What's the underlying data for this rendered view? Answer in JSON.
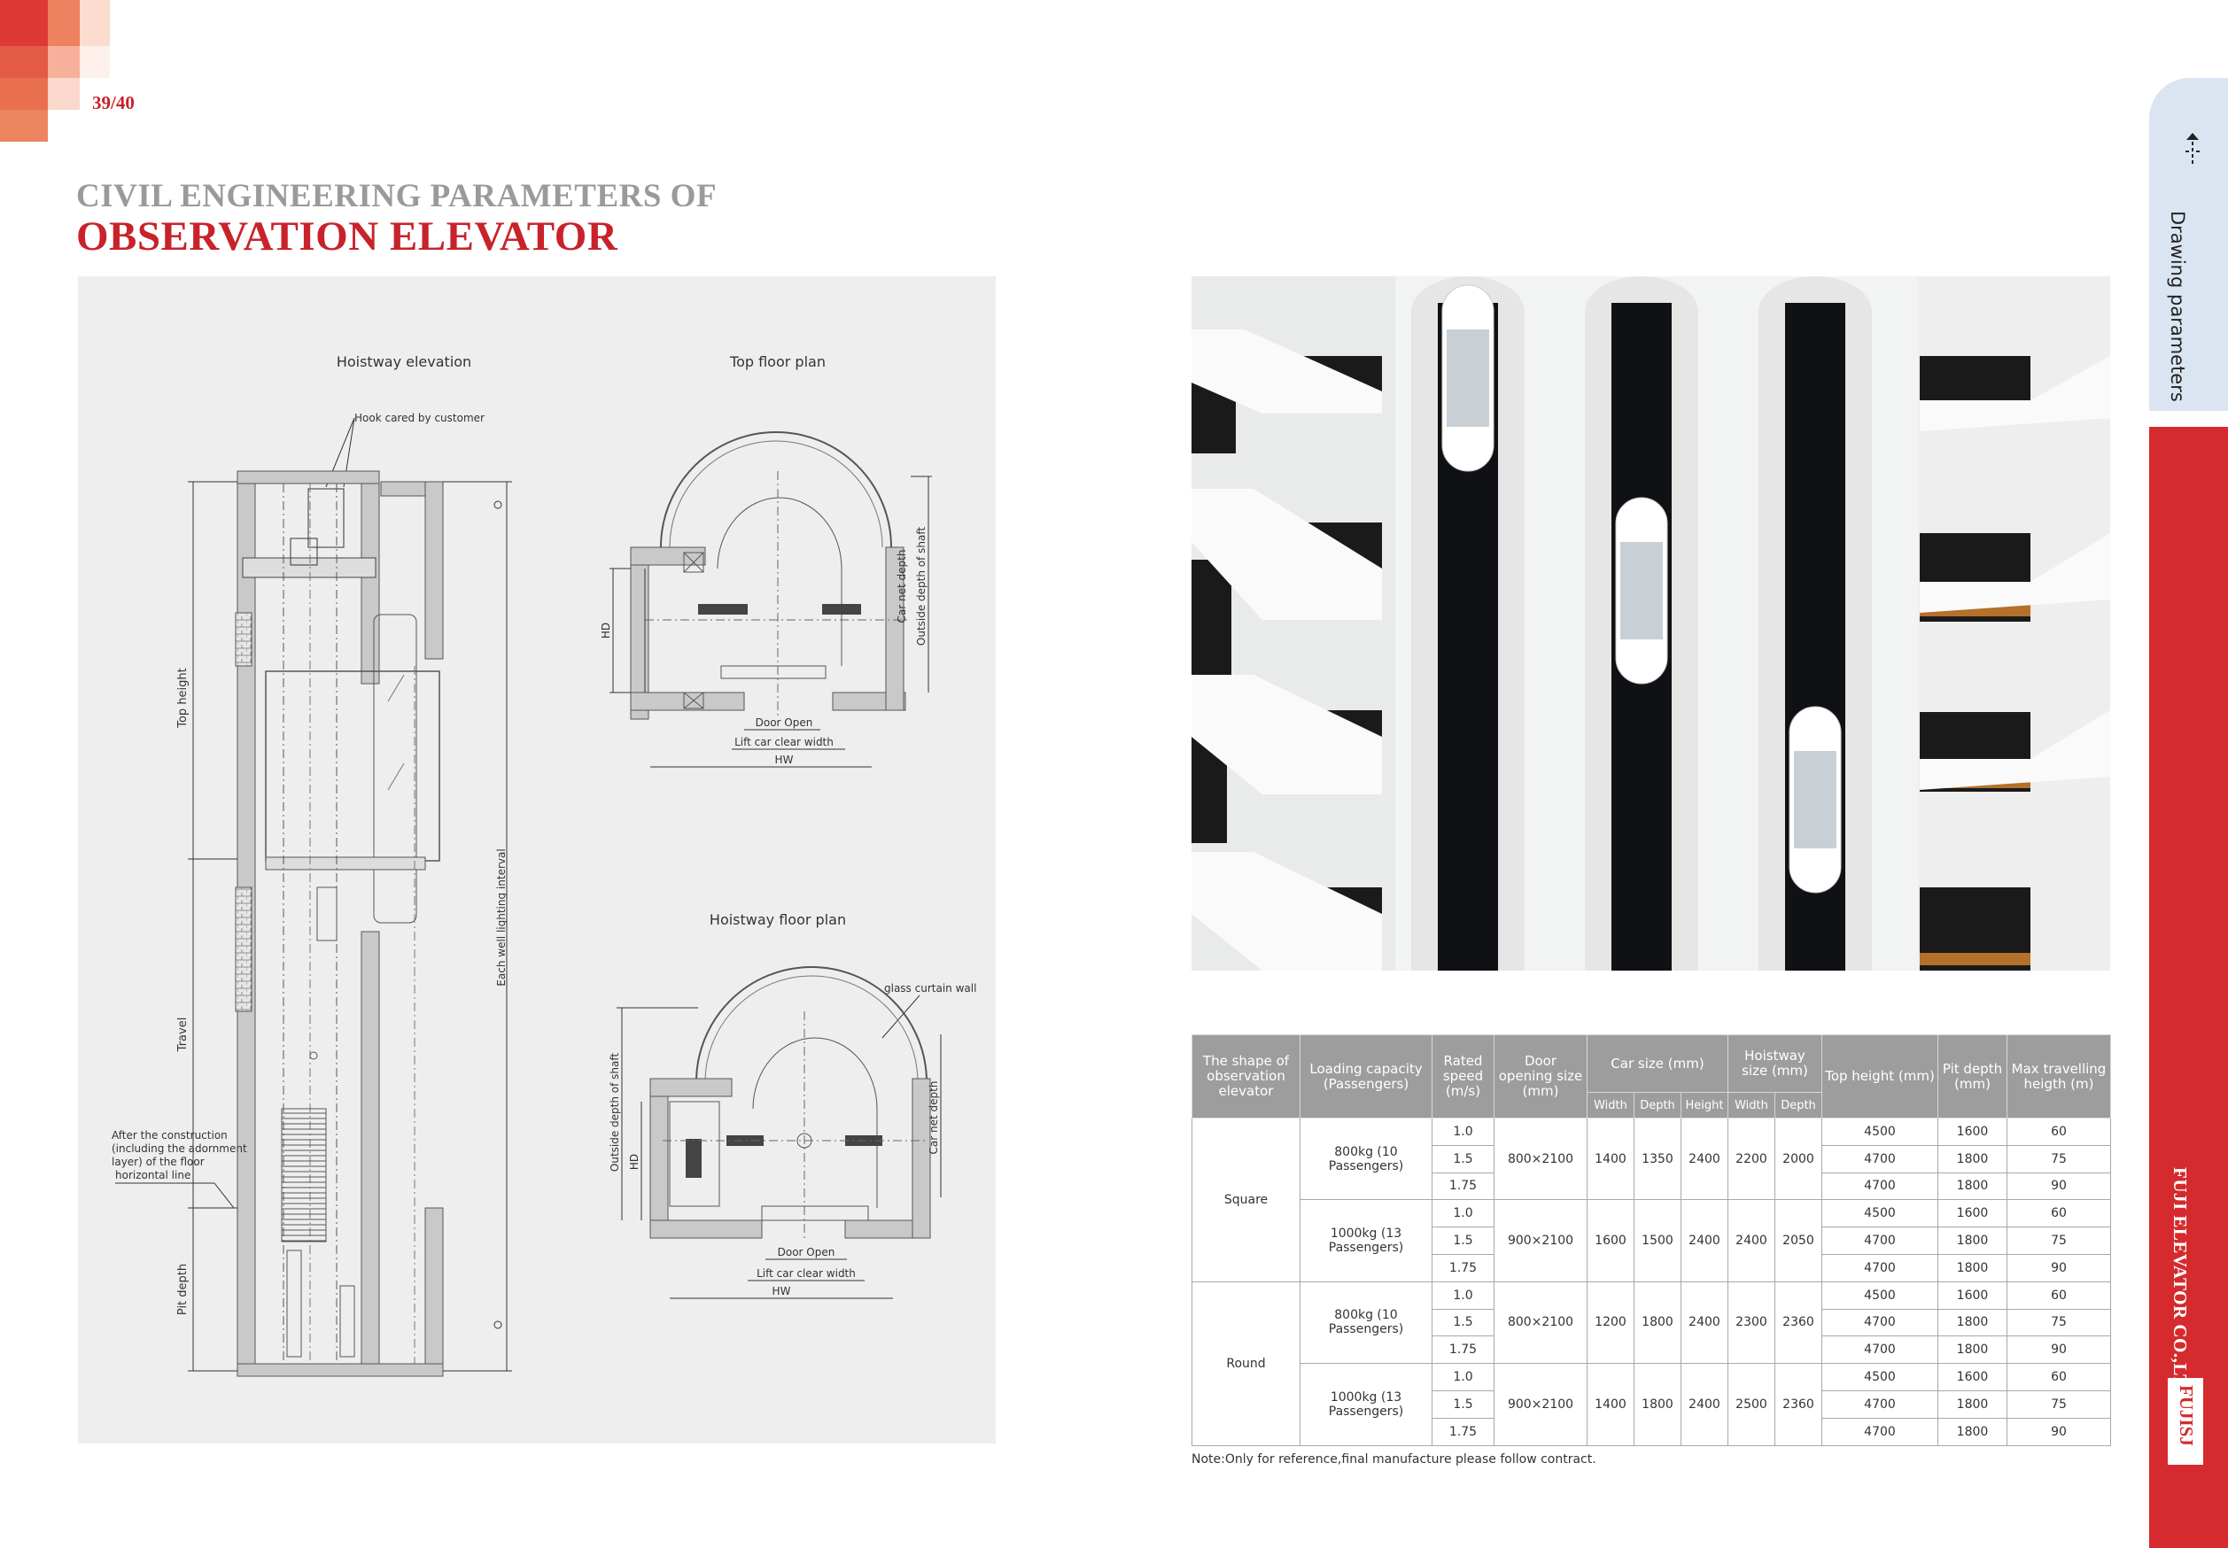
{
  "page": {
    "number": "39/40",
    "title_top": "CIVIL ENGINEERING PARAMETERS OF",
    "title_main": "OBSERVATION ELEVATOR"
  },
  "drawing": {
    "elevation_title": "Hoistway elevation",
    "top_plan_title": "Top floor plan",
    "floor_plan_title": "Hoistway floor plan",
    "hook_label": "Hook cared by customer",
    "top_height": "Top height",
    "travel": "Travel",
    "pit_depth": "Pit depth",
    "lighting": "Each well lighting interval",
    "after_construction": [
      "After the construction",
      "(including the adornment",
      "layer) of the floor",
      "horizontal line"
    ],
    "hd": "HD",
    "car_net_depth": "Car net depth",
    "outside_depth": "Outside depth of shaft",
    "door_open": "Door Open",
    "lift_car_clear_width": "Lift car clear width",
    "hw": "HW",
    "glass_wall": "glass curtain wall"
  },
  "table": {
    "headers": {
      "shape": "The shape of observation elevator",
      "loading": "Loading capacity (Passengers)",
      "speed": "Rated speed (m/s)",
      "door": "Door opening size (mm)",
      "car": "Car size (mm)",
      "hoistway": "Hoistway size (mm)",
      "top": "Top height (mm)",
      "pit": "Pit depth (mm)",
      "max": "Max travelling heigth (m)",
      "width": "Width",
      "depth": "Depth",
      "height": "Height"
    },
    "groups": [
      {
        "shape": "Square",
        "loads": [
          {
            "load": "800kg (10 Passengers)",
            "door": "800×2100",
            "car_w": "1400",
            "car_d": "1350",
            "car_h": "2400",
            "hw_w": "2200",
            "hw_d": "2000",
            "rows": [
              {
                "speed": "1.0",
                "top": "4500",
                "pit": "1600",
                "max": "60"
              },
              {
                "speed": "1.5",
                "top": "4700",
                "pit": "1800",
                "max": "75"
              },
              {
                "speed": "1.75",
                "top": "4700",
                "pit": "1800",
                "max": "90"
              }
            ]
          },
          {
            "load": "1000kg (13 Passengers)",
            "door": "900×2100",
            "car_w": "1600",
            "car_d": "1500",
            "car_h": "2400",
            "hw_w": "2400",
            "hw_d": "2050",
            "rows": [
              {
                "speed": "1.0",
                "top": "4500",
                "pit": "1600",
                "max": "60"
              },
              {
                "speed": "1.5",
                "top": "4700",
                "pit": "1800",
                "max": "75"
              },
              {
                "speed": "1.75",
                "top": "4700",
                "pit": "1800",
                "max": "90"
              }
            ]
          }
        ]
      },
      {
        "shape": "Round",
        "loads": [
          {
            "load": "800kg (10 Passengers)",
            "door": "800×2100",
            "car_w": "1200",
            "car_d": "1800",
            "car_h": "2400",
            "hw_w": "2300",
            "hw_d": "2360",
            "rows": [
              {
                "speed": "1.0",
                "top": "4500",
                "pit": "1600",
                "max": "60"
              },
              {
                "speed": "1.5",
                "top": "4700",
                "pit": "1800",
                "max": "75"
              },
              {
                "speed": "1.75",
                "top": "4700",
                "pit": "1800",
                "max": "90"
              }
            ]
          },
          {
            "load": "1000kg (13 Passengers)",
            "door": "900×2100",
            "car_w": "1400",
            "car_d": "1800",
            "car_h": "2400",
            "hw_w": "2500",
            "hw_d": "2360",
            "rows": [
              {
                "speed": "1.0",
                "top": "4500",
                "pit": "1600",
                "max": "60"
              },
              {
                "speed": "1.5",
                "top": "4700",
                "pit": "1800",
                "max": "75"
              },
              {
                "speed": "1.75",
                "top": "4700",
                "pit": "1800",
                "max": "90"
              }
            ]
          }
        ]
      }
    ]
  },
  "note": "Note:Only for reference,final manufacture please follow contract.",
  "side": {
    "tab_label": "Drawing parameters",
    "tab_icon": "elevator-arrows-icon",
    "company": "FUJI ELEVATOR CO.,LTD",
    "brand": "FUJISJ"
  },
  "colors": {
    "accent_red": "#c8222a",
    "sidebar_red": "#d52b2e",
    "tab_blue": "#dbe5f1",
    "header_gray": "#9d9d9d"
  }
}
